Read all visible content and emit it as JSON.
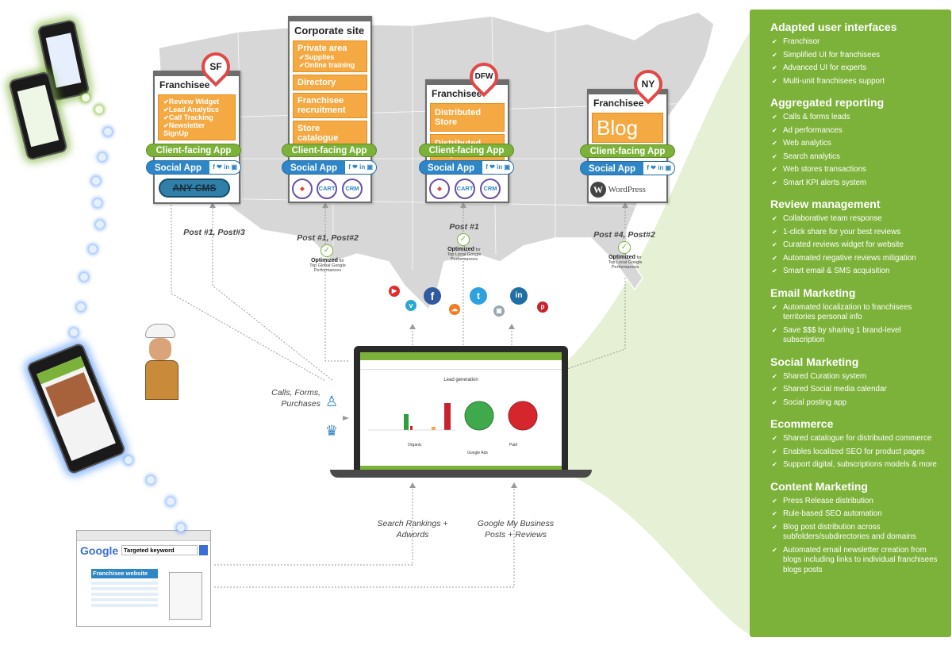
{
  "cards": {
    "sf": {
      "pin": "SF",
      "title": "Franchisee",
      "items": [
        "Review Widget",
        "Lead Analytics",
        "Call Tracking",
        "Newsletter SignUp"
      ],
      "client_app": "Client-facing App",
      "social_app": "Social App",
      "cms": "ANY CMS",
      "post_label": "Post #1, Post#3"
    },
    "corporate": {
      "title": "Corporate site",
      "private_area": "Private area",
      "private_subs": [
        "Supplies",
        "Online training"
      ],
      "directory": "Directory",
      "recruitment": "Franchisee recruitment",
      "store": "Store catalogue",
      "client_app": "Client-facing App",
      "social_app": "Social App",
      "icons": [
        "CART",
        "CRM"
      ],
      "post_label": "Post #1, Post#2"
    },
    "dfw": {
      "pin": "DFW",
      "title": "Franchisee",
      "items": [
        "Distributed Store",
        "Distributed Blog"
      ],
      "client_app": "Client-facing App",
      "social_app": "Social App",
      "icons": [
        "CART",
        "CRM"
      ],
      "post_label": "Post #1"
    },
    "ny": {
      "pin": "NY",
      "title": "Franchisee",
      "blog": "Blog",
      "client_app": "Client-facing App",
      "social_app": "Social App",
      "wordpress": "WordPress",
      "post_label": "Post #4, Post#2"
    }
  },
  "social_icons": "f ❤ in ▣",
  "optimized": {
    "word": "Optimized",
    "for": "for",
    "global": "Top Global Google Performances",
    "local": "Top Local Google Performances"
  },
  "labels": {
    "calls": "Calls, Forms, Purchases",
    "search": "Search Rankings + Adwords",
    "gmb": "Google My Business Posts + Reviews"
  },
  "dashboard": {
    "header": "Lead generation",
    "organic": "Organic",
    "paid": "Paid",
    "google_ads": "Google Ads"
  },
  "google": {
    "logo": "Google",
    "keyword": "Targeted keyword",
    "result": "Franchisee website"
  },
  "panel": {
    "sections": [
      {
        "title": "Adapted user interfaces",
        "items": [
          "Franchisor",
          "Simplified UI for franchisees",
          "Advanced UI for experts",
          "Multi-unit franchisees support"
        ]
      },
      {
        "title": "Aggregated reporting",
        "items": [
          "Calls & forms leads",
          "Ad performances",
          "Web analytics",
          "Search analytics",
          "Web stores transactions",
          "Smart KPI alerts system"
        ]
      },
      {
        "title": "Review management",
        "items": [
          "Collaborative team response",
          "1-click share for your best reviews",
          "Curated reviews widget for website",
          "Automated negative reviews mitigation",
          "Smart email & SMS acquisition"
        ]
      },
      {
        "title": "Email Marketing",
        "items": [
          "Automated localization to franchisees territories personal info",
          "Save $$$ by sharing 1 brand-level subscription"
        ]
      },
      {
        "title": "Social Marketing",
        "items": [
          "Shared Curation system",
          "Shared Social media calendar",
          "Social posting app"
        ]
      },
      {
        "title": "Ecommerce",
        "items": [
          "Shared catalogue for distributed commerce",
          "Enables localized SEO for product pages",
          "Support digital, subscriptions models & more"
        ]
      },
      {
        "title": "Content Marketing",
        "items": [
          "Press Release distribution",
          "Rule-based SEO automation",
          "Blog post distribution across subfolders/subdirectories and domains",
          "Automated email newsletter creation from blogs including links to individual franchisees blogs posts"
        ]
      }
    ]
  },
  "colors": {
    "green": "#7db23a",
    "orange": "#f5a942",
    "blue": "#2f86c6",
    "pin_red": "#e14848"
  }
}
